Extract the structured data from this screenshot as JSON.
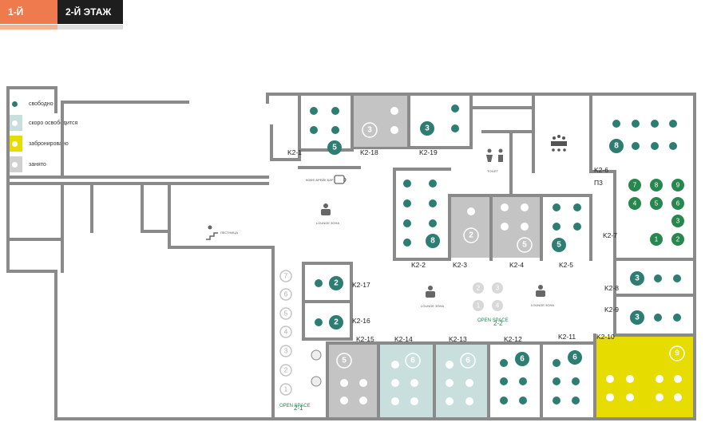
{
  "tabs": [
    {
      "label": "1-Й ЭТАЖ"
    },
    {
      "label": "2-Й ЭТАЖ"
    }
  ],
  "legend": [
    {
      "label": "свободно",
      "color": "#2e7d73"
    },
    {
      "label": "скоро освободится",
      "color": "#ffffff"
    },
    {
      "label": "забронировано",
      "color": "#ffffff"
    },
    {
      "label": "занято",
      "color": "#ffffff"
    }
  ],
  "colors": {
    "free": "#2e7d73",
    "soon": "#c9dfdd",
    "booked": "#e6dc00",
    "busy": "#c4c4c4",
    "green": "#27874e",
    "wall": "#8a8a8a"
  },
  "rooms": {
    "k2_1": "K2-1",
    "k2_18": "K2-18",
    "k2_19": "K2-19",
    "k2_6": "K2-6",
    "p3": "П3",
    "k2_2": "K2-2",
    "k2_3": "K2-3",
    "k2_4": "K2-4",
    "k2_5": "K2-5",
    "k2_7": "K2-7",
    "k2_17": "K2-17",
    "k2_16": "K2-16",
    "k2_8": "K2-8",
    "k2_9": "K2-9",
    "k2_15": "K2-15",
    "k2_14": "K2-14",
    "k2_13": "K2-13",
    "k2_12": "K2-12",
    "k2_11": "K2-11",
    "k2_10": "K2-10"
  },
  "room_badges": {
    "k2_1": "5",
    "k2_18": "3",
    "k2_19": "3",
    "k2_6": "8",
    "k2_2": "8",
    "k2_3": "2",
    "k2_4": "5",
    "k2_5": "5",
    "k2_17": "2",
    "k2_16": "2",
    "k2_8": "3",
    "k2_9": "3",
    "k2_15": "5",
    "k2_14": "6",
    "k2_13": "6",
    "k2_12": "6",
    "k2_11": "6",
    "k2_10": "9"
  },
  "k2_7_seats": [
    "7",
    "8",
    "9",
    "4",
    "5",
    "6",
    "3",
    "1",
    "2"
  ],
  "open_space_2_1_seats": [
    "7",
    "6",
    "5",
    "4",
    "3",
    "2",
    "1"
  ],
  "open_space_2_2_seats": [
    "2",
    "3",
    "1",
    "4"
  ],
  "labels": {
    "coffee": "КОФЕ-БРЕЙК БАР",
    "lounge": "LOUNGE ЗОНА",
    "toilet": "TOILET",
    "stairs": "ЛЕСТНИЦА",
    "open_space": "OPEN SPACE",
    "os_2_1": "2-1",
    "os_2_2": "2-2"
  }
}
